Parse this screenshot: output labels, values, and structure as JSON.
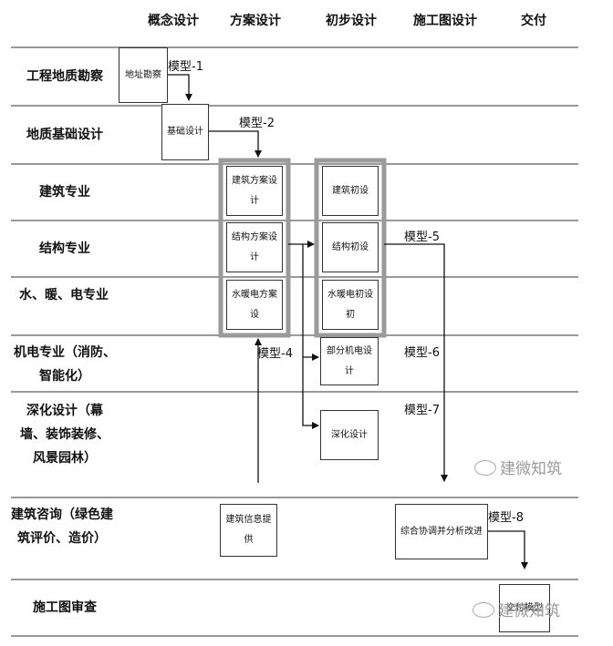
{
  "headers": [
    "概念设计",
    "方案设计",
    "初步设计",
    "施工图设计",
    "交付"
  ],
  "rows": [
    "工程地质勘察",
    "地质基础设计",
    "建筑专业",
    "结构专业",
    "水、暖、电专业",
    "机电专业（消防、智能化）",
    "深化设计（幕墙、装饰装修、风景园林）",
    "建筑咨询（绿色建筑评价、造价）",
    "施工图审查"
  ],
  "boxes": {
    "site_survey": "地址勘察",
    "foundation": "基础设计",
    "arch_scheme": "建筑方案设计",
    "struct_scheme": "结构方案设计",
    "mep_scheme": "水暖电方案设",
    "arch_prelim": "建筑初设",
    "struct_prelim": "结构初设",
    "mep_prelim": "水暖电初设初",
    "partial_mech": "部分机电设计",
    "deepening": "深化设计",
    "bim_info": "建筑信息提供",
    "coordination": "综合协调并分析改进",
    "delivery": "交付模型"
  },
  "models": [
    "模型-1",
    "模型-2",
    "模型-4",
    "模型-5",
    "模型-6",
    "模型-7",
    "模型-8"
  ],
  "watermark": "建微知筑"
}
